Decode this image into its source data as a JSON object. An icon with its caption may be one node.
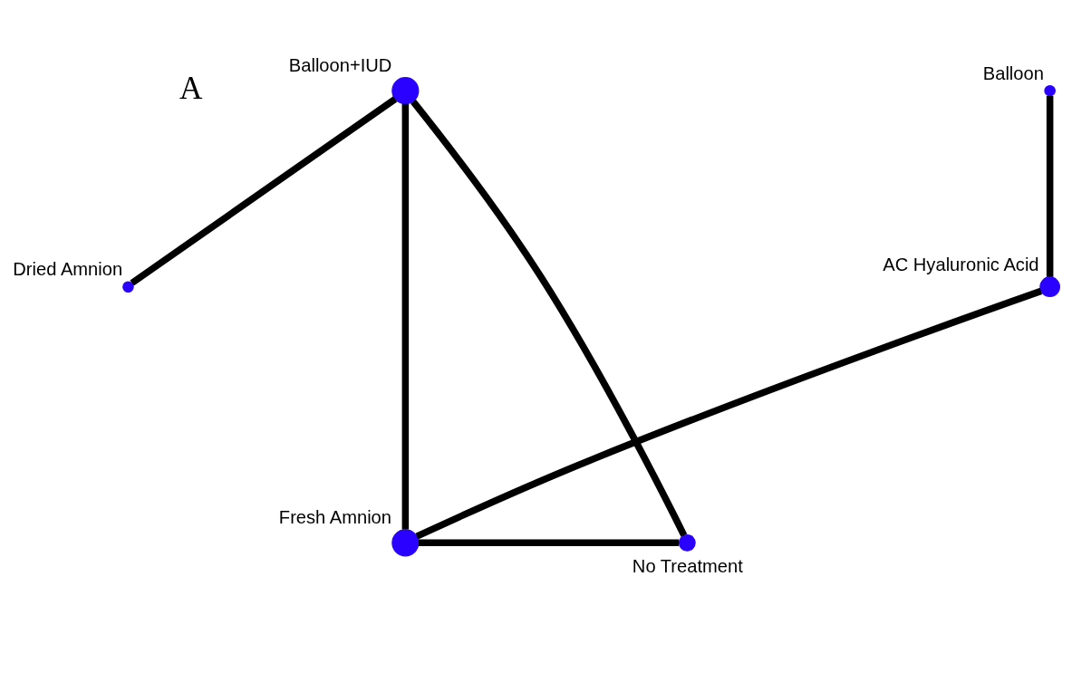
{
  "diagram": {
    "nodes": [
      {
        "text": [
          "Balloon+IUD"
        ]
      },
      {
        "text": [
          "Balloon"
        ]
      },
      {
        "text": [
          "Dried Amnion"
        ]
      },
      {
        "text": [
          "AC Hyaluronic Acid"
        ]
      },
      {
        "text": [
          "Fresh Amnion"
        ]
      },
      {
        "text": [
          "No Treatment"
        ]
      }
    ],
    "edges": [
      {
        "from": 0,
        "to": 2,
        "arrow": "none"
      },
      {
        "from": 0,
        "to": 4,
        "arrow": "none"
      },
      {
        "from": 0,
        "to": 5,
        "arrow": "none"
      },
      {
        "from": 1,
        "to": 3,
        "arrow": "none"
      },
      {
        "from": 3,
        "to": 4,
        "arrow": "none"
      },
      {
        "from": 4,
        "to": 5,
        "arrow": "none"
      }
    ],
    "labels": [
      "A"
    ]
  }
}
